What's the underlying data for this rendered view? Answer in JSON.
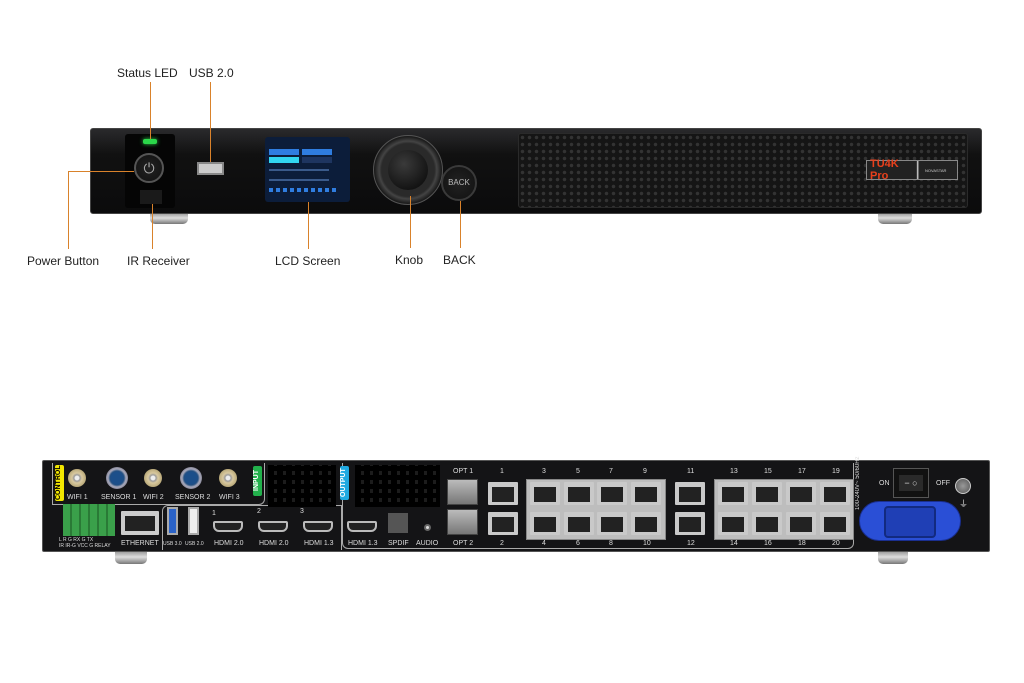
{
  "front_panel": {
    "model_logo": "TU4K Pro",
    "brand_logo": "NOVASTAR",
    "back_button_label": "BACK",
    "callouts": {
      "status_led": "Status LED",
      "usb": "USB 2.0",
      "power_button": "Power Button",
      "ir_receiver": "IR Receiver",
      "lcd_screen": "LCD Screen",
      "knob": "Knob",
      "back": "BACK"
    },
    "colors": {
      "callout_line": "#d9822b",
      "status_led": "#2bd94a",
      "lcd_accent": "#2f7de0"
    }
  },
  "rear_panel": {
    "sections": {
      "control": "CONTROL",
      "input": "INPUT",
      "output": "OUTPUT"
    },
    "antenna_ports": [
      "WIFI 1",
      "SENSOR 1",
      "WIFI 2",
      "SENSOR 2",
      "WIFI 3"
    ],
    "terminal_top": "L  R  G  RX  G  TX",
    "terminal_bottom": "IR IR-G VCC  G  RELAY",
    "ethernet": "ETHERNET",
    "usb3": "USB 3.0",
    "usb2": "USB 2.0",
    "hdmi_inputs": [
      {
        "num": "1",
        "label": "HDMI 2.0"
      },
      {
        "num": "2",
        "label": "HDMI 2.0"
      },
      {
        "num": "3",
        "label": "HDMI 1.3"
      }
    ],
    "hdmi_output": "HDMI 1.3",
    "spdif": "SPDIF",
    "audio": "AUDIO",
    "opt1": "OPT 1",
    "opt2": "OPT 2",
    "ports_top": [
      "1",
      "3",
      "5",
      "7",
      "9",
      "11",
      "13",
      "15",
      "17",
      "19"
    ],
    "ports_bottom": [
      "2",
      "4",
      "6",
      "8",
      "10",
      "12",
      "14",
      "16",
      "18",
      "20"
    ],
    "power_rating": "100-240V~ 50/60Hz",
    "switch_on": "ON",
    "switch_off": "OFF",
    "colors": {
      "control": "#f2e600",
      "input": "#22b14c",
      "output": "#1fa9e1",
      "power_inlet": "#2a4fd6"
    }
  }
}
